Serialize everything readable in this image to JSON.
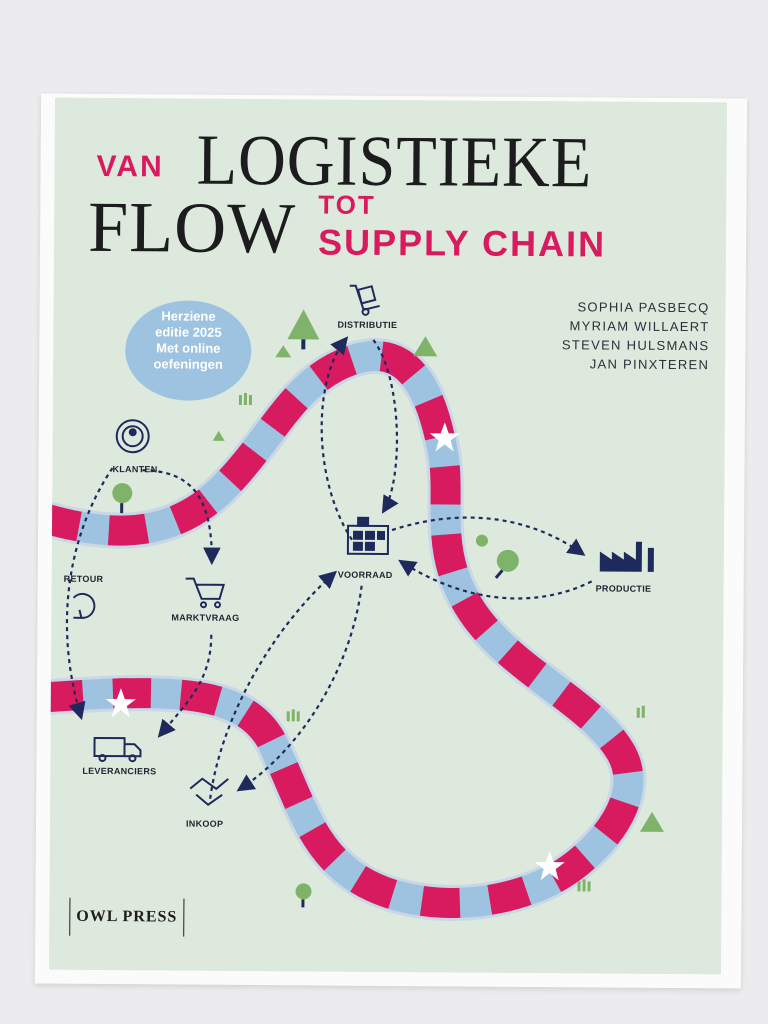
{
  "cover": {
    "title_line1_prefix": "VAN",
    "title_line1_main": "LOGISTIEKE",
    "title_line2_main": "FLOW",
    "title_line2_tot": "TOT",
    "title_line2_suffix": "SUPPLY CHAIN",
    "badge_lines": [
      "Herziene",
      "editie 2025",
      "Met online",
      "oefeningen"
    ],
    "authors": [
      "SOPHIA PASBECQ",
      "MYRIAM WILLAERT",
      "STEVEN HULSMANS",
      "JAN PINXTEREN"
    ],
    "publisher": "OWL PRESS"
  },
  "diagram": {
    "nodes": {
      "distributie": "DISTRIBUTIE",
      "klanten": "KLANTEN",
      "retour": "RETOUR",
      "marktvraag": "MARKTVRAAG",
      "voorraad": "VOORRAAD",
      "productie": "PRODUCTIE",
      "leveranciers": "LEVERANCIERS",
      "inkoop": "INKOOP"
    }
  },
  "colors": {
    "cover_background": "#dde9dc",
    "title_black": "#1c1c1e",
    "accent_pink": "#d81b5e",
    "road_blue": "#9ec3e0",
    "road_red": "#d81b5e",
    "tree_green": "#7fb36a",
    "arrow_navy": "#1f2a5c"
  }
}
